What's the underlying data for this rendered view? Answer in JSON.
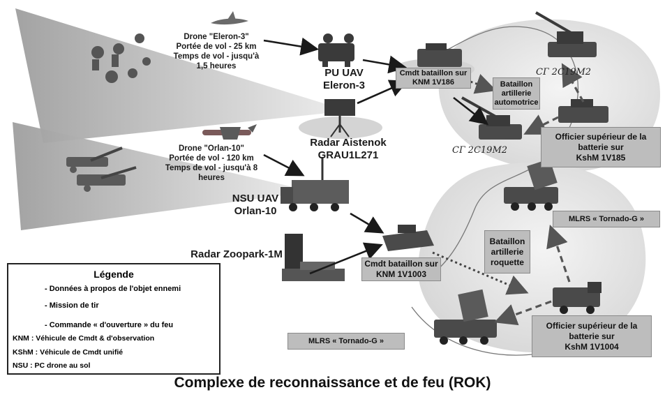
{
  "title": "Complexe de reconnaissance et de feu (ROK)",
  "drone_eleron": {
    "name": "Drone \"Eleron-3\"",
    "range": "Portée de vol - 25 km",
    "endurance_1": "Temps de vol - jusqu'à",
    "endurance_2": "1,5 heures"
  },
  "drone_orlan": {
    "name": "Drone \"Orlan-10\"",
    "range": "Portée de vol - 120 km",
    "endurance_1": "Temps de vol - jusqu'à 8",
    "endurance_2": "heures"
  },
  "pu_uav": {
    "line1": "PU UAV",
    "line2": "Eleron-3"
  },
  "radar_aistenok": {
    "line1": "Radar Aistenok",
    "line2": "GRAU1L271"
  },
  "nsu_uav": {
    "line1": "NSU UAV",
    "line2": "Orlan-10"
  },
  "radar_zoopark": "Radar Zoopark-1M",
  "box_knm_1v186": {
    "line1": "Cmdt bataillon sur",
    "line2": "KNM 1V186"
  },
  "box_bataillon_auto": {
    "line1": "Bataillon",
    "line2": "artillerie",
    "line3": "automotrice"
  },
  "box_officier_1v185": {
    "line1": "Officier supérieur de la",
    "line2": "batterie sur",
    "line3": "KshM 1V185"
  },
  "box_mlrs_right": "MLRS « Tornado-G »",
  "box_bataillon_roquette": {
    "line1": "Bataillon",
    "line2": "artillerie",
    "line3": "roquette"
  },
  "box_knm_1v1003": {
    "line1": "Cmdt bataillon sur",
    "line2": "KNM 1V1003"
  },
  "box_officier_1v1004": {
    "line1": "Officier supérieur de la",
    "line2": "batterie sur",
    "line3": "KshM 1V1004"
  },
  "box_mlrs_bottom": "MLRS « Tornado-G »",
  "sg_top": "СГ 2С19М2",
  "sg_mid": "СГ 2С19М2",
  "legend": {
    "title": "Légende",
    "solid": "- Données à propos de l'objet ennemi",
    "dotted": "- Mission de tir",
    "dashed": "- Commande « d'ouverture » du feu",
    "abbr_knm": "KNM :  Véhicule de Cmdt & d'observation",
    "abbr_kshm": "KShM :  Véhicule de Cmdt unifié",
    "abbr_nsu": "NSU :    PC drone au sol"
  },
  "colors": {
    "arrow": "#1a1a1a",
    "box_fill": "#bdbdbd",
    "zone_fill": "#e6e6e6",
    "cone_fill": "#b5b5b5"
  }
}
